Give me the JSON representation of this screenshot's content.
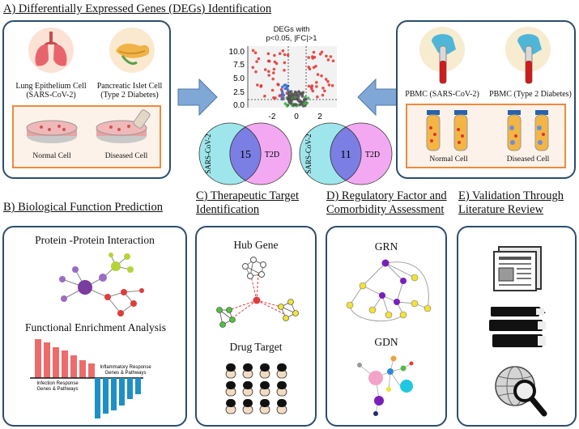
{
  "section_a": {
    "heading": "A) Differentially Expressed Genes (DEGs) Identification",
    "lung_label": "Lung Epithelium Cell",
    "lung_sub": "(SARS-CoV-2)",
    "pancreas_label": "Pancreatic Islet Cell",
    "pancreas_sub": "(Type 2 Diabetes)",
    "normal_cell": "Normal Cell",
    "diseased_cell": "Diseased Cell",
    "pbmc_sars": "PBMC (SARS-CoV-2)",
    "pbmc_t2d": "PBMC (Type 2 Diabetes)",
    "pbmc_normal": "Normal Cell",
    "pbmc_diseased": "Diseased Cell"
  },
  "volcano": {
    "title_line1": "DEGs with",
    "title_line2": "p<0.05, |FC|>1",
    "y_ticks": [
      "10.0",
      "7.5",
      "5.0",
      "2.5",
      "0.0"
    ],
    "x_ticks": [
      "-2",
      "0",
      "2"
    ]
  },
  "venn_left": {
    "left_label": "SARS-CoV-2",
    "right_label": "T2D",
    "overlap": "15"
  },
  "venn_right": {
    "left_label": "SARS-CoV-2",
    "right_label": "T2D",
    "overlap": "11"
  },
  "section_b": {
    "heading": "B) Biological Function Prediction",
    "ppi": "Protein -Protein Interaction",
    "enrichment": "Functional Enrichment Analysis",
    "infection_label_1": "Infection Response",
    "infection_label_2": "Genes & Pathways",
    "inflammatory_label_1": "Inflammatory Response",
    "inflammatory_label_2": "Genes & Pathways"
  },
  "section_c": {
    "heading_line1": "C) Therapeutic Target",
    "heading_line2": "Identification",
    "hub_gene": "Hub Gene",
    "drug_target": "Drug Target"
  },
  "section_d": {
    "heading_line1": "D) Regulatory Factor and",
    "heading_line2": "Comorbidity Assessment",
    "grn": "GRN",
    "gdn": "GDN"
  },
  "section_e": {
    "heading_line1": "E) Validation Through",
    "heading_line2": "Literature Review"
  },
  "colors": {
    "border": "#2c4d6e",
    "arrow": "#7fa8d6",
    "venn_left": "#9fe6ec",
    "venn_right": "#f3a9f2",
    "venn_overlap": "#7b7fe3",
    "dish_box": "#ee8a3c",
    "red": "#e33232",
    "blue_bar": "#1f8fc7",
    "pink_bar": "#ec6b6b"
  }
}
